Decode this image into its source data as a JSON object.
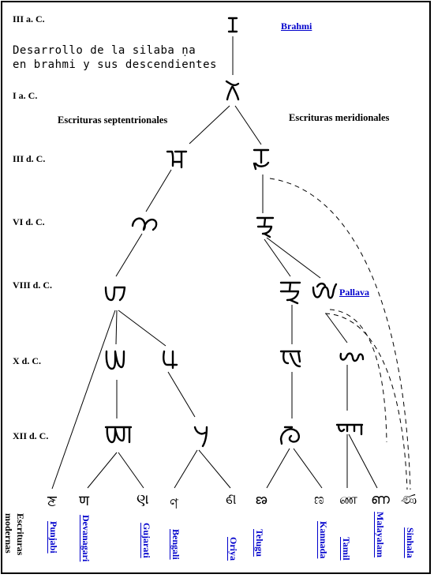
{
  "subtitle": [
    "Desarrollo de la silaba ṇa",
    "en brahmi y sus descendientes"
  ],
  "eras": [
    "III a. C.",
    "I a. C.",
    "III d. C.",
    "VI d. C.",
    "VIII d. C.",
    "X d. C.",
    "XII d. C."
  ],
  "branches": {
    "north": "Escrituras septentrionales",
    "south": "Escrituras meridionales"
  },
  "links": {
    "brahmi": "Brahmi",
    "pallava": "Pallava"
  },
  "modern_scripts_label": [
    "Escrituras",
    "modernas"
  ],
  "modern_scripts": [
    "Punjabi",
    "Devanagari",
    "Gujarati",
    "Bengali",
    "Oriya",
    "Telugu",
    "Kannada",
    "Tamil",
    "Malayalam",
    "Sinhala"
  ],
  "modern_glyphs": [
    "ਣ",
    "ण",
    "ણ",
    "ণ",
    "ଣ",
    "ణ",
    "ಣ",
    "ண",
    "ണ",
    "ණ"
  ]
}
